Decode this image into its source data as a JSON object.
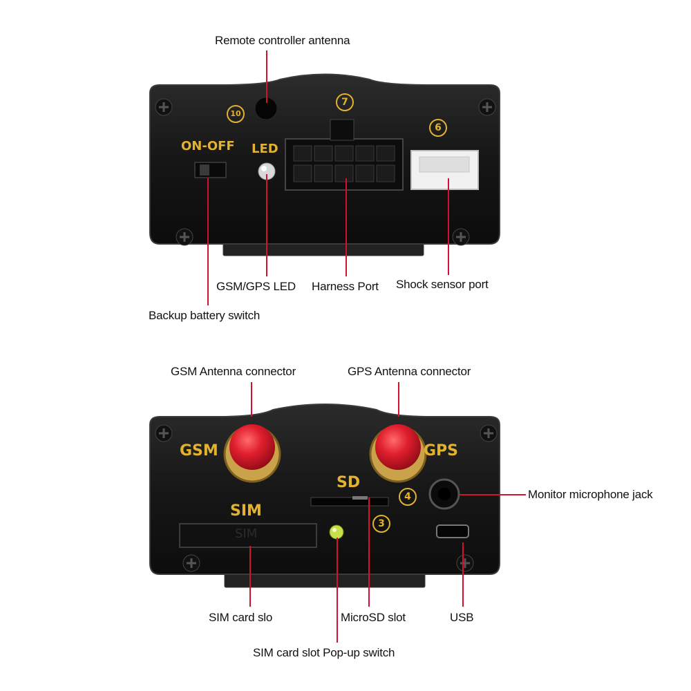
{
  "colors": {
    "leader": "#d4112f",
    "panel": "#1a1a1a",
    "panel_label": "#e3b22e",
    "antenna": "#d81d2c"
  },
  "top_panel": {
    "callouts": {
      "remote_antenna": "Remote controller antenna",
      "gsm_gps_led": "GSM/GPS LED",
      "harness_port": "Harness Port",
      "shock_sensor_port": "Shock sensor port",
      "backup_battery_switch": "Backup battery switch"
    },
    "panel_labels": {
      "on_off": "ON-OFF",
      "led": "LED"
    },
    "numbers": {
      "n10": "10",
      "n7": "7",
      "n6": "6"
    }
  },
  "bottom_panel": {
    "callouts": {
      "gsm_antenna": "GSM Antenna connector",
      "gps_antenna": "GPS Antenna connector",
      "monitor_mic_jack": "Monitor microphone jack",
      "sim_card_slot": "SIM card slo",
      "microsd_slot": "MicroSD slot",
      "usb": "USB",
      "sim_popup_switch": "SIM card slot Pop-up switch"
    },
    "panel_labels": {
      "gsm": "GSM",
      "gps": "GPS",
      "sd": "SD",
      "sim": "SIM",
      "sim_slot_text": "SIM"
    },
    "numbers": {
      "n4": "4",
      "n3": "3"
    }
  }
}
